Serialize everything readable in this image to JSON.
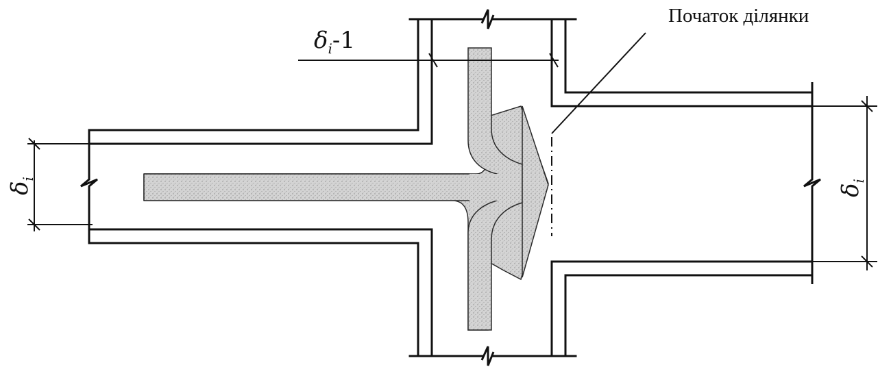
{
  "annotation": "Початок ділянки",
  "dimensions": {
    "top_symbol": "δ",
    "top_subscript": "i",
    "top_suffix": "-1",
    "left_symbol": "δ",
    "left_subscript": "i",
    "right_symbol": "δ",
    "right_subscript": "i"
  },
  "colors": {
    "line": "#111111",
    "flow_fill": "#d2d2d2",
    "flow_stroke": "#2a2a2a",
    "background": "#ffffff"
  }
}
